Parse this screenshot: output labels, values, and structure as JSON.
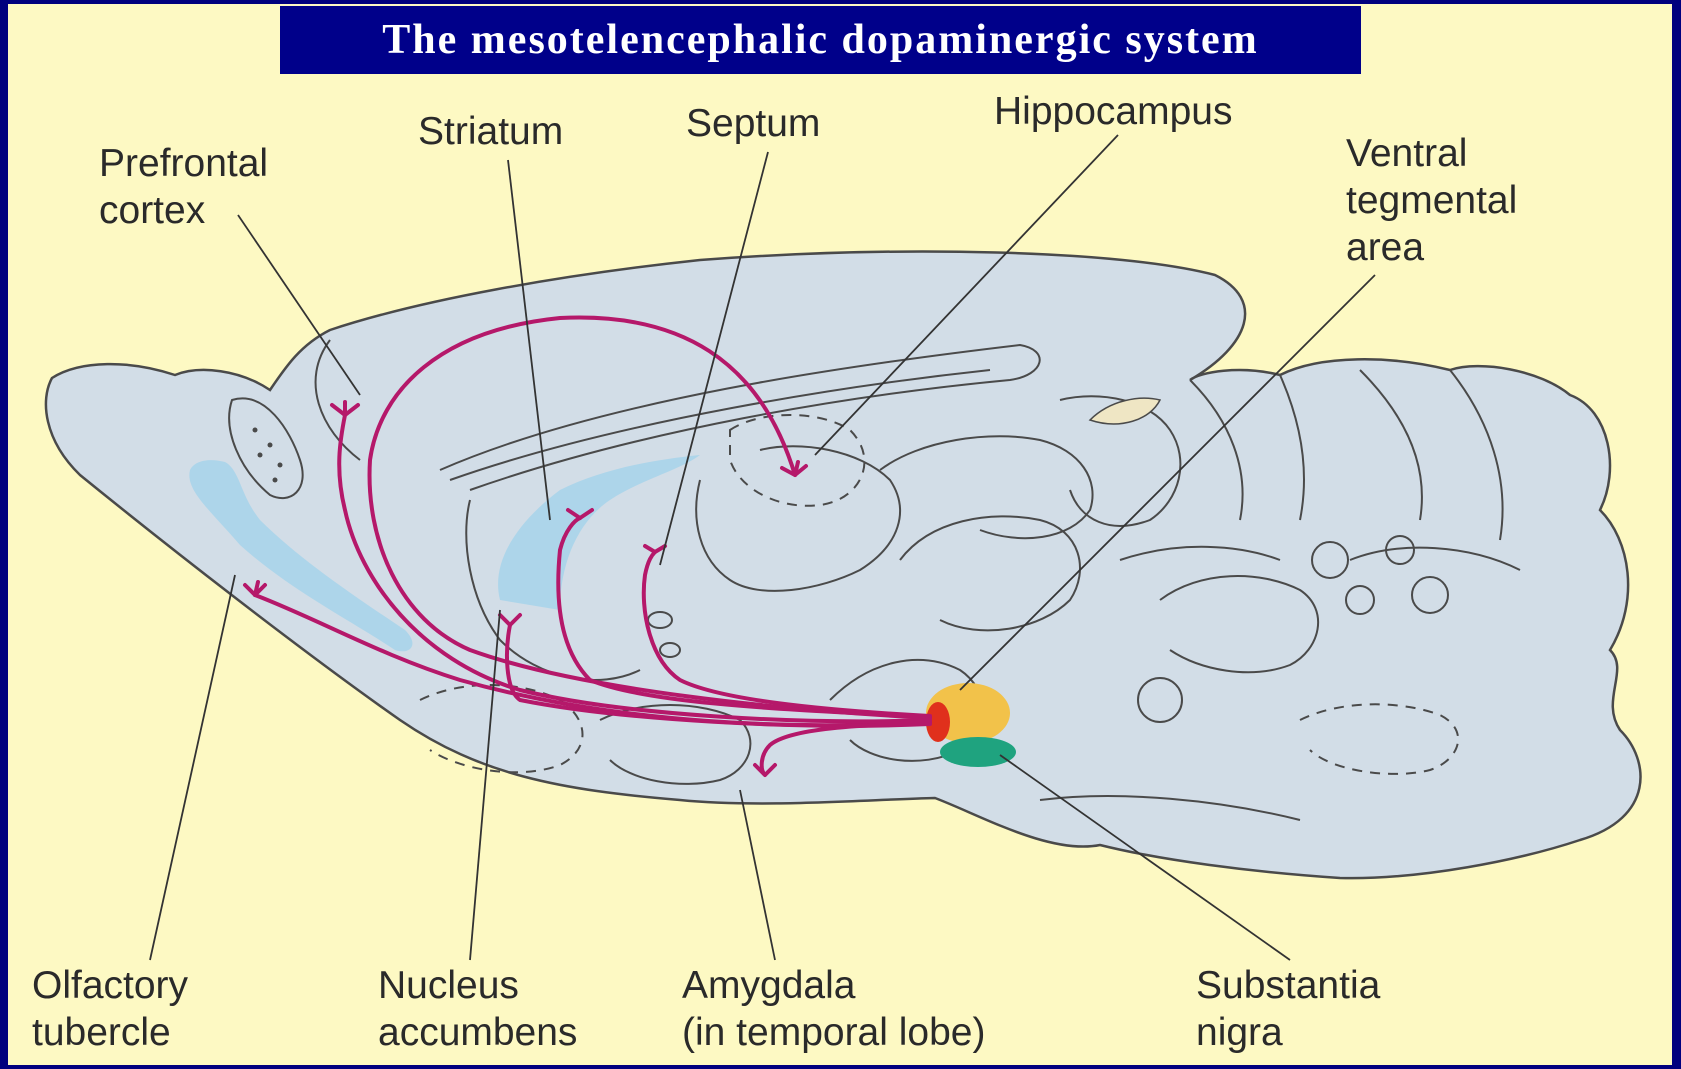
{
  "title": "The mesotelencephalic dopaminergic system",
  "labels": {
    "prefrontal_cortex": [
      "Prefrontal",
      "cortex"
    ],
    "striatum": [
      "Striatum"
    ],
    "septum": [
      "Septum"
    ],
    "hippocampus": [
      "Hippocampus"
    ],
    "ventral_tegmental_area": [
      "Ventral",
      "tegmental",
      "area"
    ],
    "olfactory_tubercle": [
      "Olfactory",
      "tubercle"
    ],
    "nucleus_accumbens": [
      "Nucleus",
      "accumbens"
    ],
    "amygdala": [
      "Amygdala",
      "(in temporal lobe)"
    ],
    "substantia_nigra": [
      "Substantia",
      "nigra"
    ]
  },
  "colors": {
    "background": "#fdf9c3",
    "frame": "#00007e",
    "brain": "#d2dde7",
    "ventricle": "#a9d4ea",
    "pathway": "#b5186a",
    "vta": "#f2c24a",
    "vta_core": "#e0301c",
    "substantia_nigra": "#1fa37f"
  }
}
